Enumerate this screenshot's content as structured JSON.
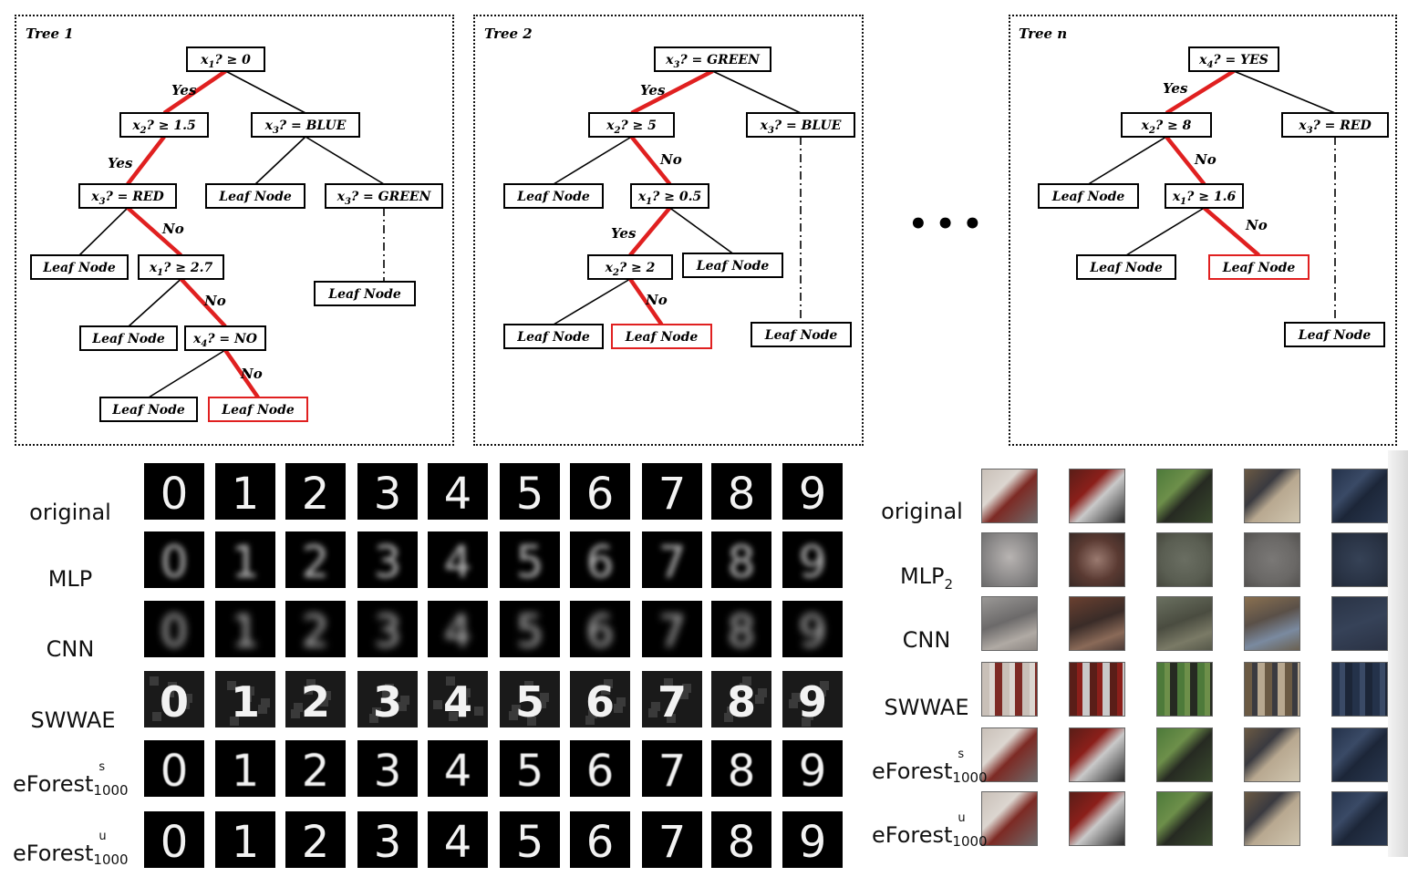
{
  "trees": [
    {
      "title": "Tree 1",
      "nodes": {
        "n1": "x1? ≥ 0",
        "n2": "x2? ≥ 1.5",
        "n3": "x3? = BLUE",
        "n4": "x3? = RED",
        "n5": "Leaf Node",
        "n6": "x3? = GREEN",
        "n7": "Leaf Node",
        "n8": "x1? ≥ 2.7",
        "n9": "Leaf Node",
        "n10": "Leaf Node",
        "n11": "x4? = NO",
        "n12": "Leaf Node",
        "n13": "Leaf Node"
      },
      "edge_labels": {
        "e1": "Yes",
        "e2": "Yes",
        "e3": "No",
        "e4": "No",
        "e5": "No"
      }
    },
    {
      "title": "Tree 2",
      "nodes": {
        "n1": "x3? = GREEN",
        "n2": "x2? ≥ 5",
        "n3": "x3? = BLUE",
        "n4": "Leaf Node",
        "n5": "x1? ≥ 0.5",
        "n6": "x2? ≥ 2",
        "n7": "Leaf Node",
        "n8": "Leaf Node",
        "n9": "Leaf Node",
        "n10": "Leaf Node"
      },
      "edge_labels": {
        "e1": "Yes",
        "e2": "No",
        "e3": "Yes",
        "e4": "No"
      }
    },
    {
      "title": "Tree n",
      "nodes": {
        "n1": "x4? = YES",
        "n2": "x2? ≥ 8",
        "n3": "x3? = RED",
        "n4": "Leaf Node",
        "n5": "x1? ≥ 1.6",
        "n6": "Leaf Node",
        "n7": "Leaf Node",
        "n8": "Leaf Node"
      },
      "edge_labels": {
        "e1": "Yes",
        "e2": "No",
        "e3": "No"
      }
    }
  ],
  "ellipsis": "•••",
  "mnist": {
    "digits": [
      "0",
      "1",
      "2",
      "3",
      "4",
      "5",
      "6",
      "7",
      "8",
      "9"
    ]
  },
  "row_labels": {
    "original": "original",
    "mlp": "MLP",
    "cnn": "CNN",
    "swwae": "SWWAE",
    "eforest": "eForest",
    "sup_s": "s",
    "sup_u": "u",
    "sub_1000": "1000",
    "mlp2_base": "MLP",
    "mlp2_sub": "2"
  },
  "colors": {
    "highlight": "#e02020",
    "edge": "#000000"
  },
  "cifar_images": [
    "airplane-poster-image",
    "car-image",
    "bird-image",
    "cat-image",
    "frog-image"
  ]
}
